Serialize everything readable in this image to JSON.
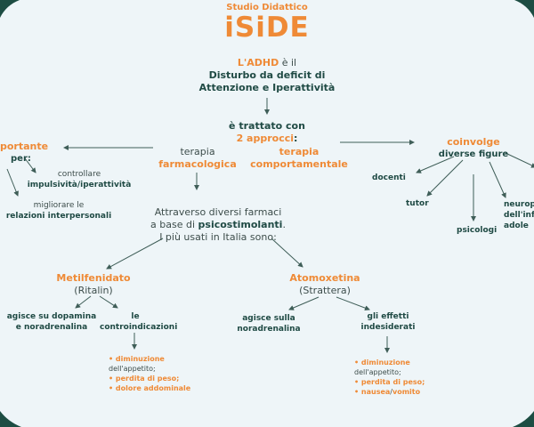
{
  "brand": {
    "subtitle": "Studio Didattico",
    "name": "iSiDE"
  },
  "center": {
    "adhd_l1_a": "L'ADHD",
    "adhd_l1_b": "è il",
    "adhd_l2": "Disturbo da deficit di",
    "adhd_l3": "Attenzione e Iperattività",
    "treated_l1": "è trattato con",
    "treated_l2_a": "2 approcci",
    "treated_l2_b": ":"
  },
  "approaches": {
    "pharma_l1": "terapia",
    "pharma_l2": "farmacologica",
    "behav_l1": "terapia",
    "behav_l2": "comportamentale"
  },
  "left": {
    "title": "portante",
    "per": "per:",
    "control_l1": "controllare",
    "control_l2": "impulsività/iperattività",
    "improve_l1": "migliorare le",
    "improve_l2": "relazioni interpersonali"
  },
  "right": {
    "title": "coinvolge",
    "subtitle": "diverse figure",
    "docenti": "docenti",
    "tutor": "tutor",
    "psicologi": "psicologi",
    "neuro_l1": "neurop",
    "neuro_l2": "dell'inf",
    "neuro_l3": "adole"
  },
  "drugs_intro": {
    "l1": "Attraverso diversi farmaci",
    "l2_a": "a base di",
    "l2_b": "psicostimolanti",
    "l2_c": ".",
    "l3": "I più usati in Italia sono:"
  },
  "metil": {
    "name": "Metilfenidato",
    "brand": "(Ritalin)",
    "action_l1": "agisce su dopamina",
    "action_l2": "e noradrenalina",
    "contra_l1": "le",
    "contra_l2": "controindicazioni",
    "eff_1a": "diminuzione",
    "eff_1b": "dell'appetito;",
    "eff_2": "perdita di peso;",
    "eff_3": "dolore addominale"
  },
  "atom": {
    "name": "Atomoxetina",
    "brand": "(Strattera)",
    "action_l1": "agisce sulla",
    "action_l2": "noradrenalina",
    "effects_l1": "gli effetti",
    "effects_l2": "indesiderati",
    "eff_1a": "diminuzione",
    "eff_1b": "dell'appetito;",
    "eff_2": "perdita di peso;",
    "eff_3a": "nausea",
    "eff_3b": "/",
    "eff_3c": "vomito"
  },
  "colors": {
    "background": "#eef5f8",
    "accent": "#ef8a36",
    "ink": "#1f4a44",
    "frame": "#1d4d43"
  }
}
